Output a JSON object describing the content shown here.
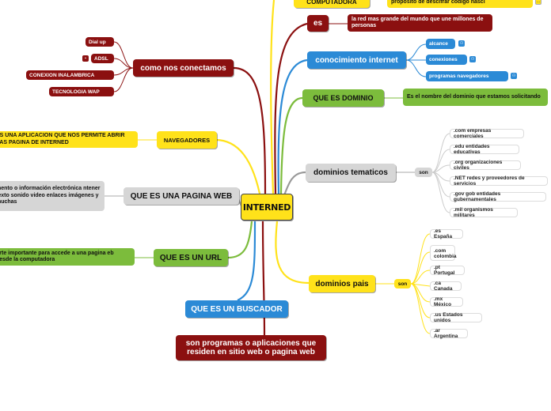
{
  "center": "INTERNED",
  "top_partial": {
    "computadora": "COMPUTADORA",
    "proposito": "propósito de descifrar código nasci"
  },
  "es": {
    "label": "es",
    "detail": "la red  mas grande del mundo que une millones de personas"
  },
  "conocimiento": {
    "label": "conocimiento internet",
    "items": [
      "alcance",
      "conexiones",
      "programas navegadores"
    ]
  },
  "dominio": {
    "label": "QUE ES DOMINIO",
    "detail": "Es el nombre del dominio que estamos solicitando"
  },
  "tematicos": {
    "label": "dominios tematicos",
    "connector": "son",
    "items": [
      ".com empresas comerciales",
      ".edu entidades educativas",
      ".org organizaciones civiles",
      ".NET redes y proveedores de servicios",
      ".gov gob entidades gubernamentales",
      ".mil organismos militares"
    ]
  },
  "pais": {
    "label": "dominios pais",
    "connector": "son",
    "items": [
      ".es España",
      ".com colombia",
      ".pt Portugal",
      ".ca Canada",
      ".mx México",
      ".us Estados unidos",
      ".ar Argentina"
    ]
  },
  "conectamos": {
    "label": "como nos conectamos",
    "items": [
      "Dial up",
      "ADSL",
      "CONEXION INALAMBRICA",
      "TECNOLOGIA WAP"
    ]
  },
  "navegadores": {
    "label": "NAVEGADORES",
    "detail": "ES UNA APLICACION QUE NOS PERMITE ABRIR LAS  PAGINA DE INTERNED"
  },
  "pagina": {
    "label": "QUE ES UNA PAGINA WEB",
    "detail": "mento o información electrónica ntener texto sonido video enlaces imágenes y muchas"
  },
  "url": {
    "label": "QUE ES UN URL",
    "detail": "orte importante para accede a una pagina eb desde la computadora"
  },
  "buscador": {
    "label": "QUE ES UN BUSCADOR",
    "detail": "son programas o aplicaciones que residen en sitio web o pagina web"
  },
  "colors": {
    "red": "#8b1010",
    "blue": "#2b8ad6",
    "green": "#7cbc3c",
    "yellow": "#ffe21a",
    "grey": "#d6d6d6"
  }
}
